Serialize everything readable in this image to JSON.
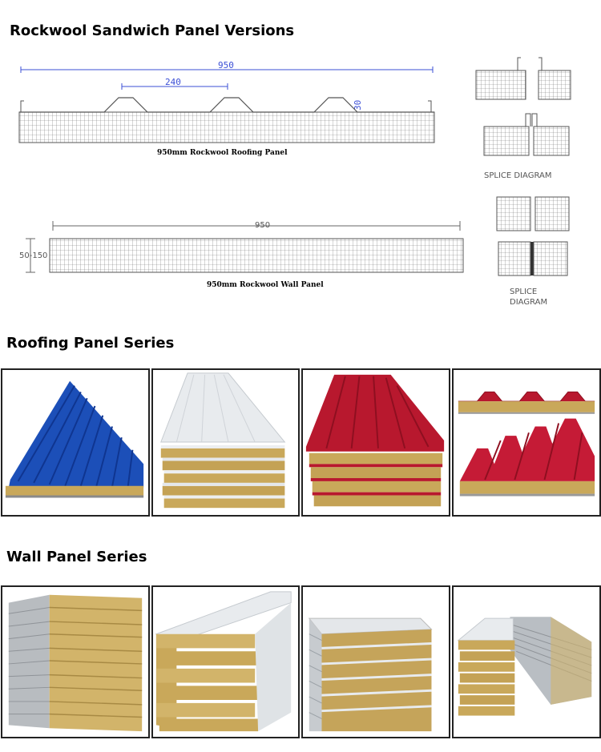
{
  "headings": {
    "versions": "Rockwool Sandwich Panel Versions",
    "roofing": "Roofing Panel Series",
    "wall": "Wall Panel Series"
  },
  "roof_diagram": {
    "width_dim": "950",
    "rib_spacing_dim": "240",
    "rib_height_dim": "30",
    "caption": "950mm Rockwool Roofing Panel"
  },
  "wall_diagram": {
    "width_dim": "950",
    "thickness_dim": "50-150",
    "caption": "950mm Rockwool Wall Panel"
  },
  "splice": {
    "roof_label": "SPLICE  DIAGRAM",
    "wall_label_line1": "SPLICE",
    "wall_label_line2": "DIAGRAM"
  },
  "colors": {
    "blue_panel": "#1c4fb8",
    "white_panel": "#e8ebee",
    "red_panel": "#b8182e",
    "rockwool": "#c9a85a",
    "dim_line": "#3b4fd6"
  },
  "roofing_photos": [
    "blue-roof-panel",
    "white-roof-panel-stack",
    "red-roof-panel-stack",
    "red-roof-panel-sample"
  ],
  "wall_photos": [
    "wall-panel-stack-edge",
    "white-wall-panel-stack",
    "wall-panel-pile",
    "wall-panel-two-stacks"
  ]
}
